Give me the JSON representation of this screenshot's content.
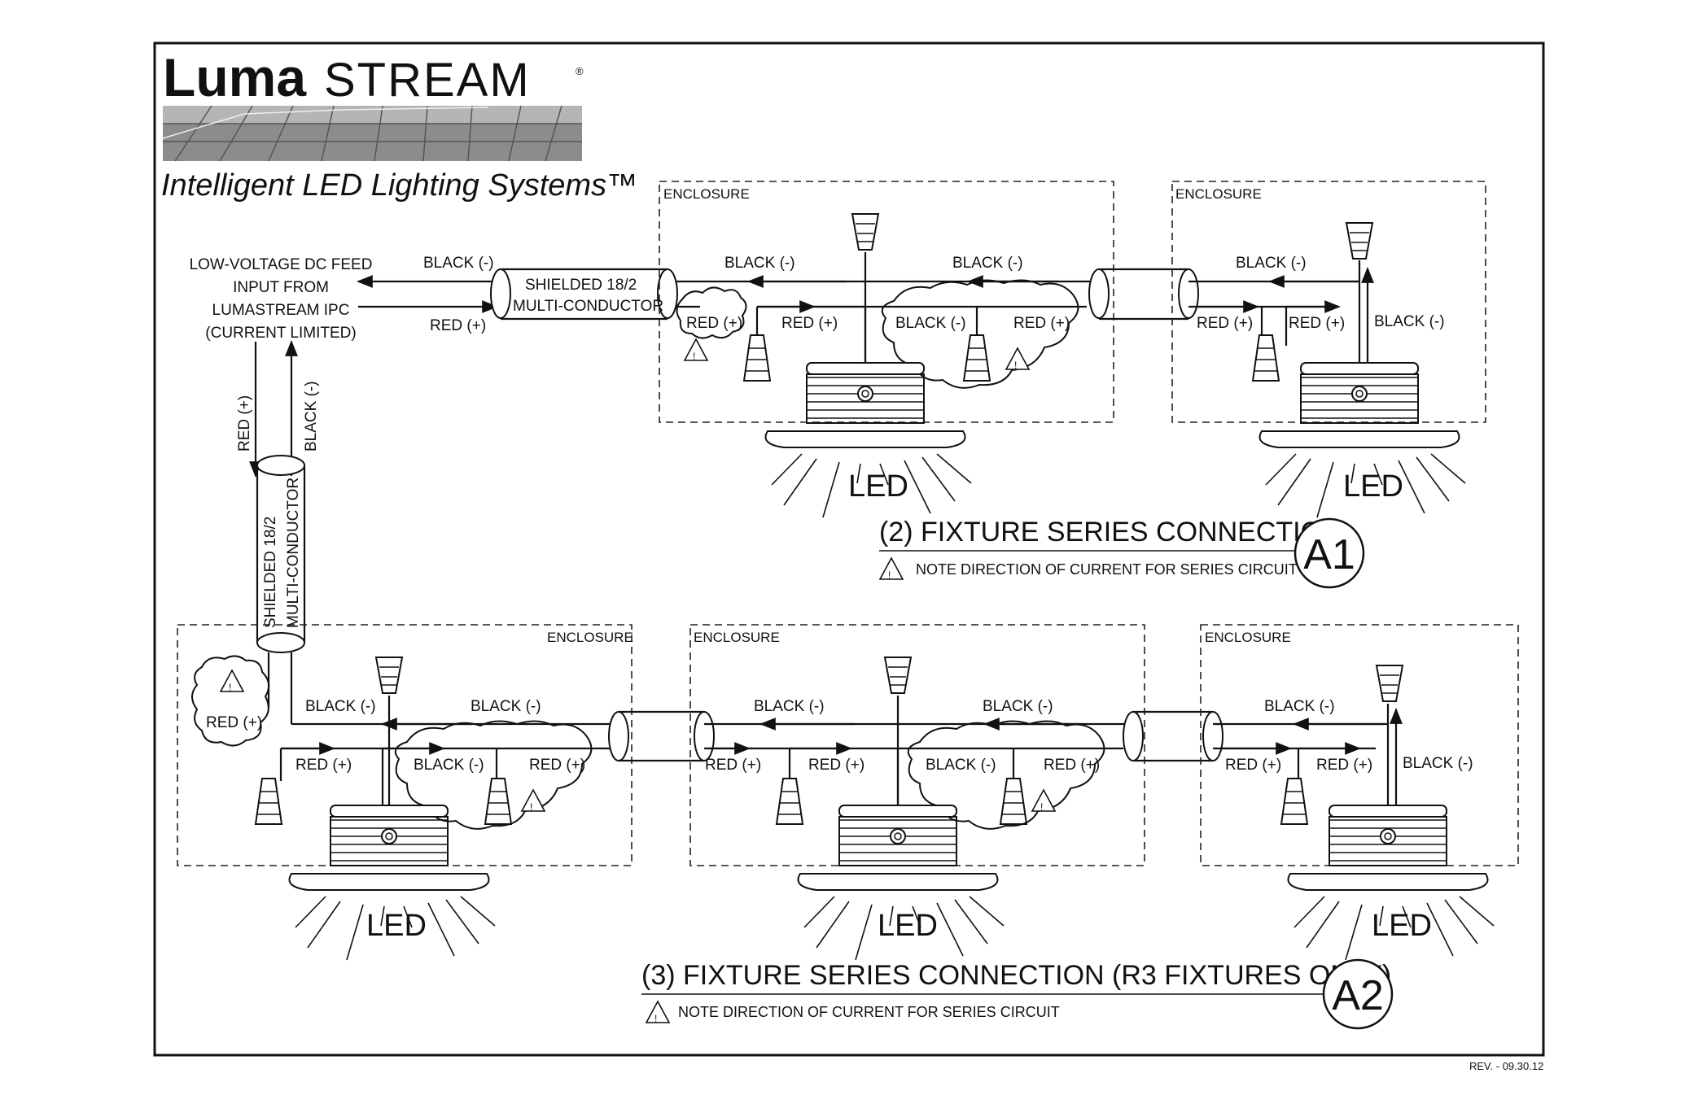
{
  "brand": {
    "logo_part1": "Luma",
    "logo_part2": "STREAM",
    "registered": "®",
    "tagline": "Intelligent LED Lighting Systems™"
  },
  "feed": {
    "line1": "LOW-VOLTAGE DC FEED",
    "line2": "INPUT FROM",
    "line3": "LUMASTREAM IPC",
    "line4": "(CURRENT LIMITED)"
  },
  "labels": {
    "black": "BLACK (-)",
    "red": "RED (+)",
    "enclosure": "ENCLOSURE",
    "led": "LED",
    "cable_line1": "SHIELDED 18/2",
    "cable_line2": "MULTI-CONDUCTOR",
    "warning_mark": "!"
  },
  "diagram_a1": {
    "title": "(2) FIXTURE SERIES CONNECTION",
    "note": "NOTE DIRECTION OF CURRENT FOR SERIES CIRCUIT",
    "badge": "A1"
  },
  "diagram_a2": {
    "title": "(3) FIXTURE SERIES CONNECTION (R3 FIXTURES ONLY)",
    "note": "NOTE DIRECTION OF CURRENT FOR SERIES CIRCUIT",
    "badge": "A2"
  },
  "revision": "REV. - 09.30.12"
}
